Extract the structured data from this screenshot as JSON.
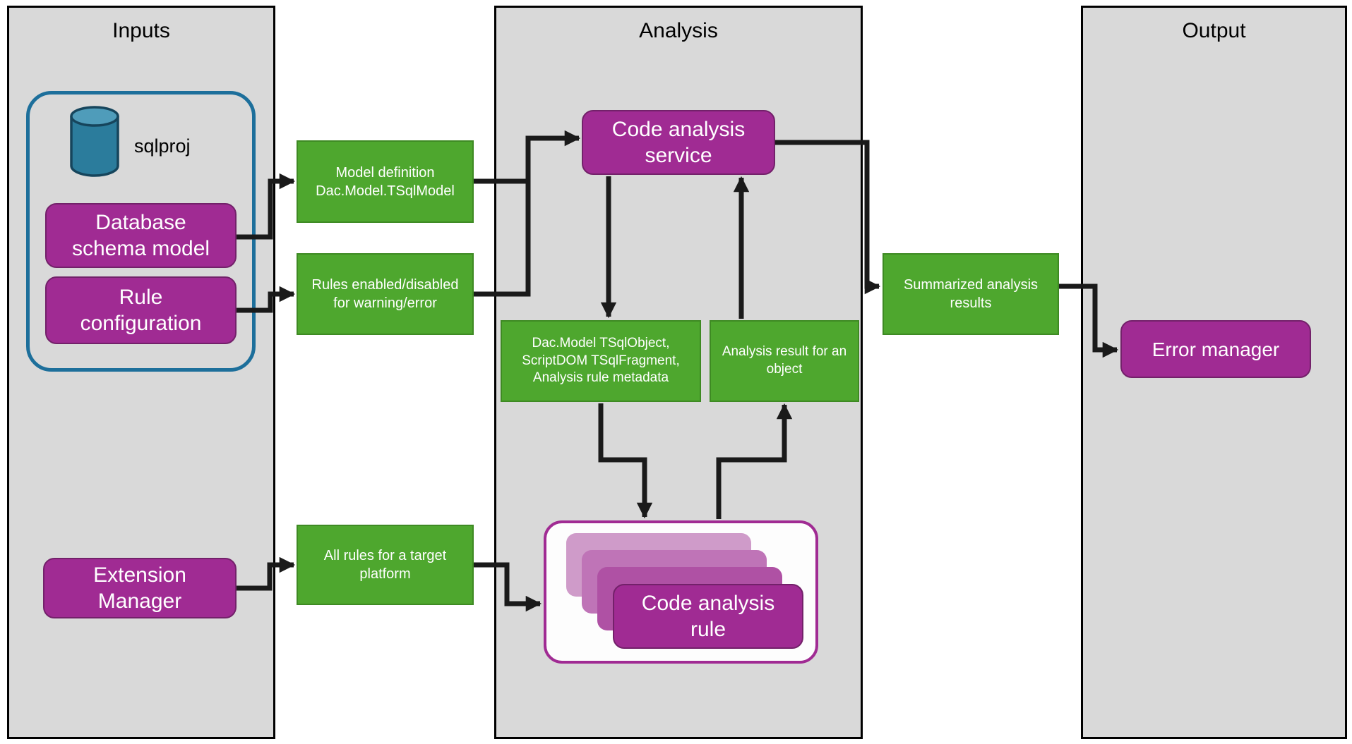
{
  "colors": {
    "purple": "#A02B93",
    "purple-dark": "#73216A",
    "green": "#4EA72E",
    "green-dark": "#3E8A23",
    "panel-gray": "#D9D9D9",
    "blue-outline": "#1D6F9B",
    "cylinder-body": "#2B7C9C",
    "cylinder-top": "#4F9CBA",
    "arrow": "#1a1a1a"
  },
  "panels": {
    "inputs": {
      "title": "Inputs"
    },
    "analysis": {
      "title": "Analysis"
    },
    "output": {
      "title": "Output"
    }
  },
  "nodes": {
    "sqlproj": "sqlproj",
    "database_schema_model": "Database schema model",
    "rule_configuration": "Rule configuration",
    "extension_manager": "Extension Manager",
    "model_definition": "Model definition Dac.Model.TSqlModel",
    "rules_enabled": "Rules enabled/disabled for warning/error",
    "all_rules": "All rules for a target platform",
    "code_analysis_service": "Code analysis service",
    "object_metadata": "Dac.Model TSqlObject, ScriptDOM TSqlFragment, Analysis rule metadata",
    "analysis_result": "Analysis result for an object",
    "code_analysis_rule": "Code analysis rule",
    "summarized_results": "Summarized analysis results",
    "error_manager": "Error manager"
  },
  "edges": [
    {
      "from": "database_schema_model",
      "to": "model_definition"
    },
    {
      "from": "rule_configuration",
      "to": "rules_enabled"
    },
    {
      "from": "model_definition",
      "to": "code_analysis_service"
    },
    {
      "from": "rules_enabled",
      "to": "code_analysis_service"
    },
    {
      "from": "code_analysis_service",
      "to": "object_metadata"
    },
    {
      "from": "object_metadata",
      "to": "code_analysis_rule"
    },
    {
      "from": "code_analysis_rule",
      "to": "analysis_result"
    },
    {
      "from": "analysis_result",
      "to": "code_analysis_service"
    },
    {
      "from": "code_analysis_service",
      "to": "summarized_results"
    },
    {
      "from": "summarized_results",
      "to": "error_manager"
    },
    {
      "from": "extension_manager",
      "to": "all_rules"
    },
    {
      "from": "all_rules",
      "to": "code_analysis_rule"
    }
  ]
}
